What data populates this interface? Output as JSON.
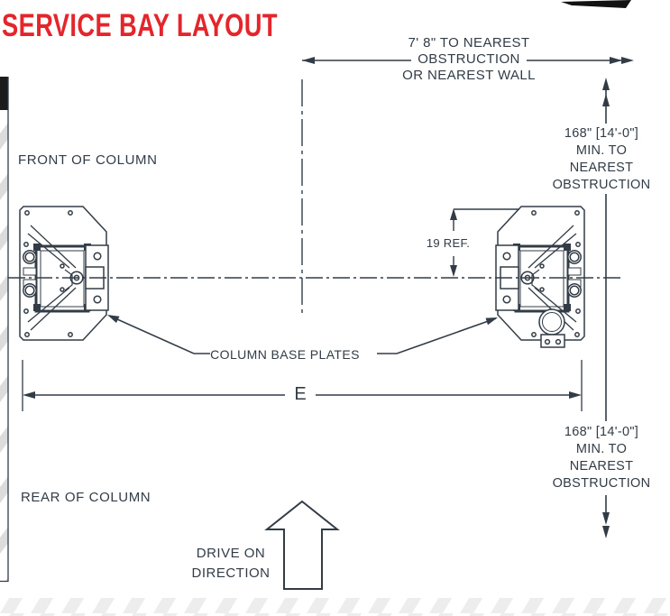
{
  "title": "SERVICE BAY LAYOUT",
  "colors": {
    "accent_red": "#e4252b",
    "ink": "#323c46",
    "floor_hatch_gray": "#ededed",
    "wall_hatch_gray": "#dcdcdc"
  },
  "labels": {
    "front_of_column": "FRONT OF COLUMN",
    "rear_of_column": "REAR OF COLUMN",
    "column_base_plates": "COLUMN BASE PLATES",
    "ref_19": "19 REF.",
    "dim_e": "E",
    "drive_line1": "DRIVE ON",
    "drive_line2": "DIRECTION"
  },
  "dimensions": {
    "top_clearance": {
      "line1": "7' 8\" TO NEAREST",
      "line2": "OBSTRUCTION",
      "line3": "OR NEAREST WALL"
    },
    "right_top": {
      "line1": "168\" [14'-0\"]",
      "line2": "MIN. TO",
      "line3": "NEAREST",
      "line4": "OBSTRUCTION"
    },
    "right_bottom": {
      "line1": "168\" [14'-0\"]",
      "line2": "MIN. TO",
      "line3": "NEAREST",
      "line4": "OBSTRUCTION"
    }
  }
}
